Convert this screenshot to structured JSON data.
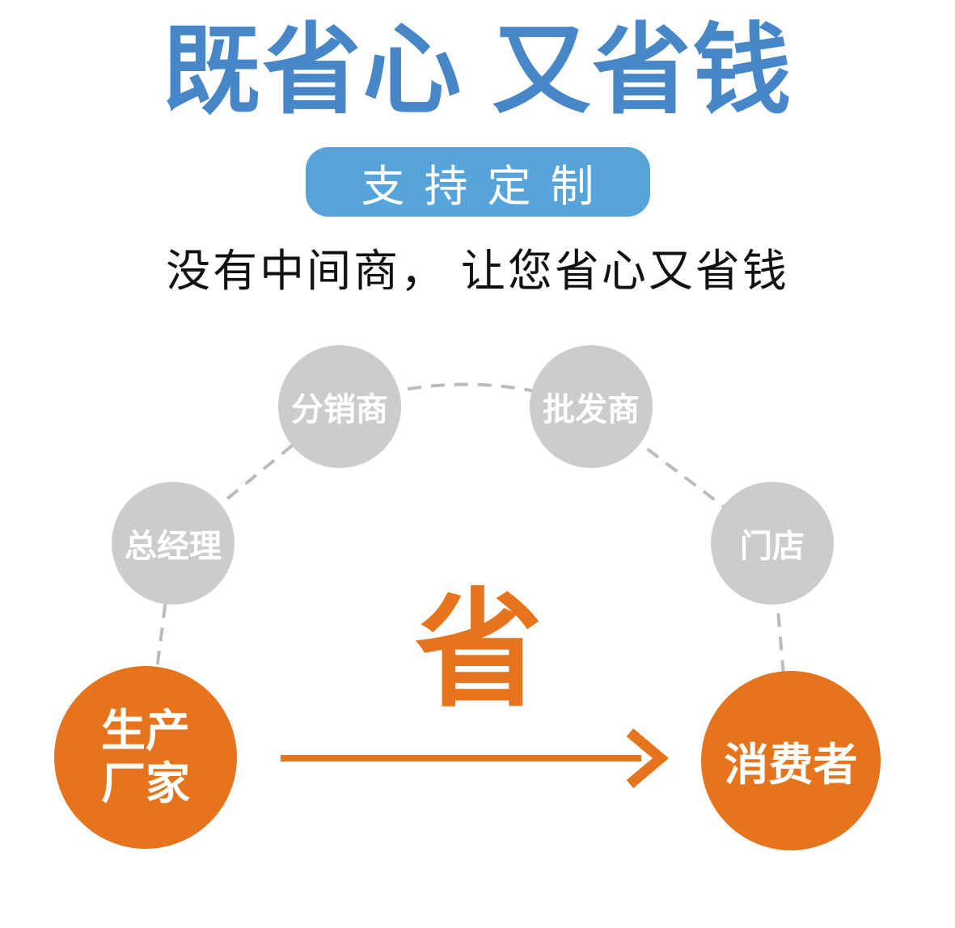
{
  "header": {
    "title": "既省心 又省钱",
    "badge_label": "支持定制",
    "subtitle": "没有中间商， 让您省心又省钱"
  },
  "diagram": {
    "save_character": "省",
    "middlemen": [
      {
        "label": "总经理"
      },
      {
        "label": "分销商"
      },
      {
        "label": "批发商"
      },
      {
        "label": "门店"
      }
    ],
    "manufacturer": {
      "line1": "生产",
      "line2": "厂家"
    },
    "consumer": {
      "label": "消费者"
    }
  },
  "colors": {
    "title_blue": "#4787C8",
    "badge_blue": "#57A4DA",
    "orange": "#E6741C",
    "circle_gray": "#CCCCCC",
    "connector_gray": "#BBBBBB",
    "subtitle_black": "#111111",
    "label_white": "#FFFFFF"
  }
}
